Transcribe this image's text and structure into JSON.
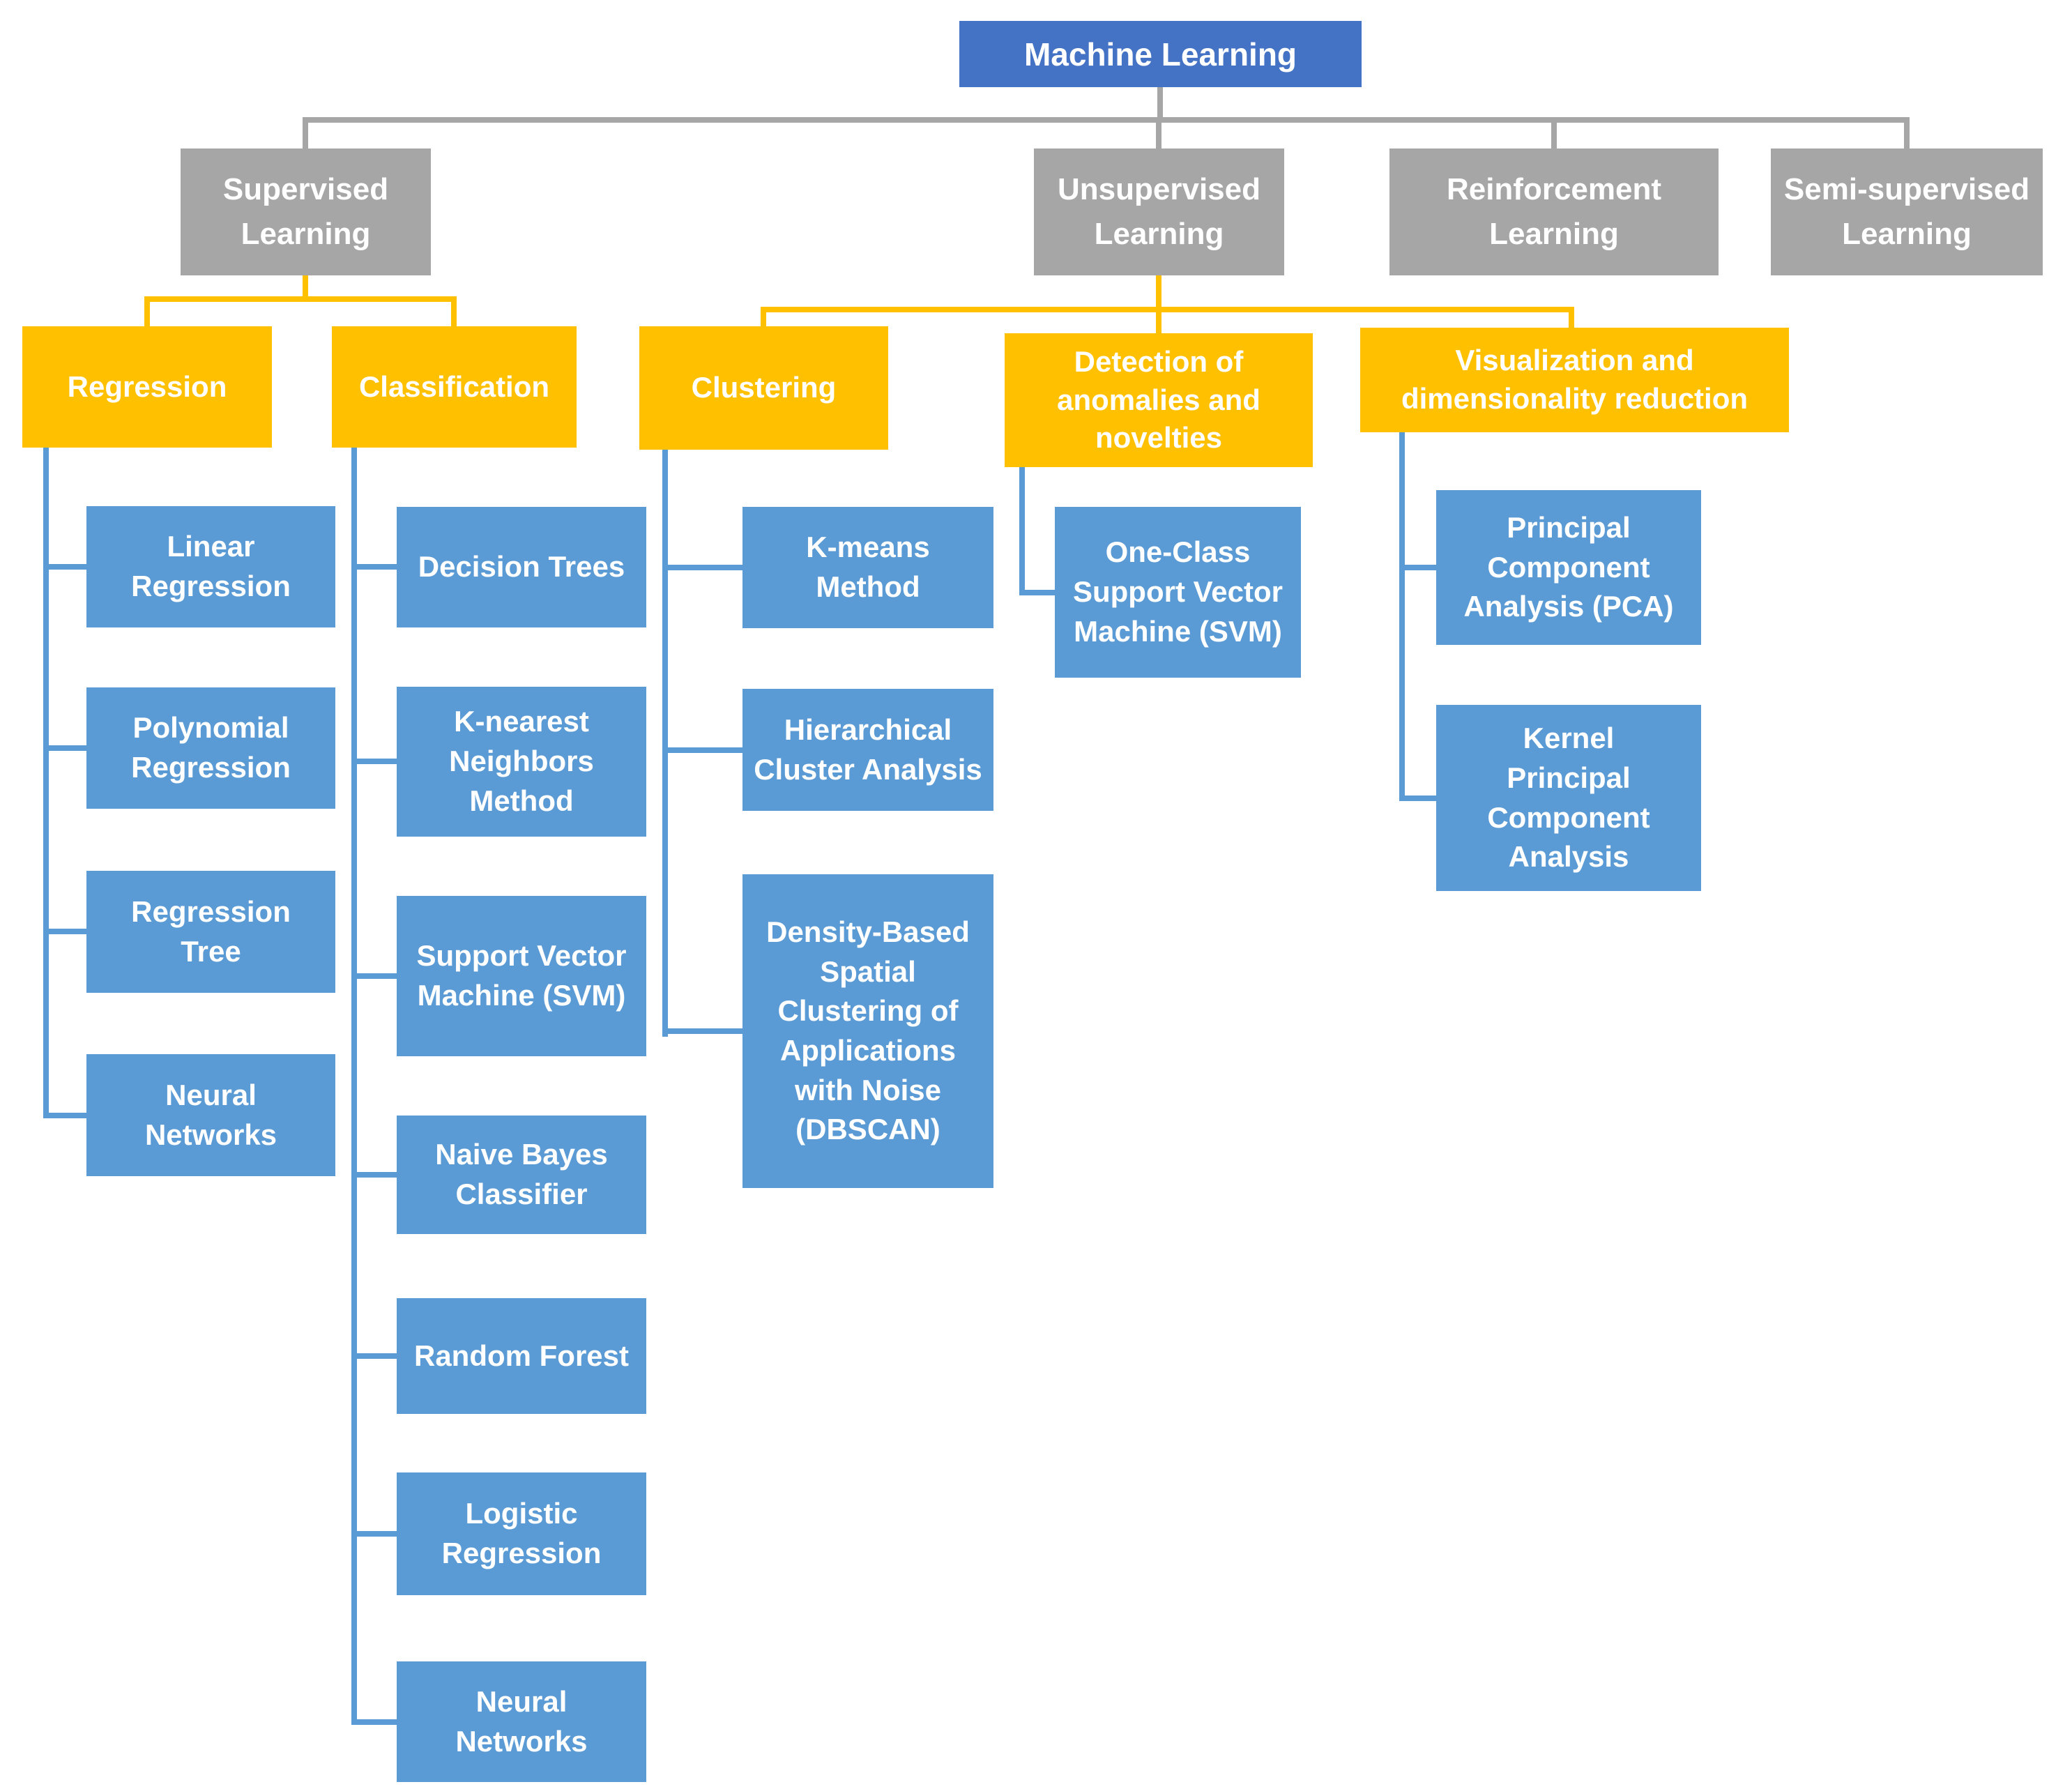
{
  "colors": {
    "root_blue": "#4472C4",
    "gray": "#A6A6A6",
    "gold": "#FFC000",
    "leaf_blue": "#5B9BD5",
    "background": "#FFFFFF"
  },
  "root": {
    "label": "Machine Learning"
  },
  "categories": [
    {
      "label": "Supervised\nLearning"
    },
    {
      "label": "Unsupervised\nLearning"
    },
    {
      "label": "Reinforcement\nLearning"
    },
    {
      "label": "Semi-supervised\nLearning"
    }
  ],
  "branches": {
    "regression": {
      "label": "Regression",
      "children": [
        "Linear\nRegression",
        "Polynomial\nRegression",
        "Regression\nTree",
        "Neural\nNetworks"
      ]
    },
    "classification": {
      "label": "Classification",
      "children": [
        "Decision Trees",
        "K-nearest\nNeighbors\nMethod",
        "Support Vector\nMachine (SVM)",
        "Naive Bayes\nClassifier",
        "Random Forest",
        "Logistic\nRegression",
        "Neural\nNetworks"
      ]
    },
    "clustering": {
      "label": "Clustering",
      "children": [
        "K-means\nMethod",
        "Hierarchical\nCluster Analysis",
        "Density-Based\nSpatial\nClustering of\nApplications\nwith Noise\n(DBSCAN)"
      ]
    },
    "anomaly": {
      "label": "Detection of\nanomalies and\nnovelties",
      "children": [
        "One-Class\nSupport Vector\nMachine (SVM)"
      ]
    },
    "dimred": {
      "label": "Visualization and\ndimensionality reduction",
      "children": [
        "Principal\nComponent\nAnalysis (PCA)",
        "Kernel\nPrincipal\nComponent\nAnalysis"
      ]
    }
  }
}
